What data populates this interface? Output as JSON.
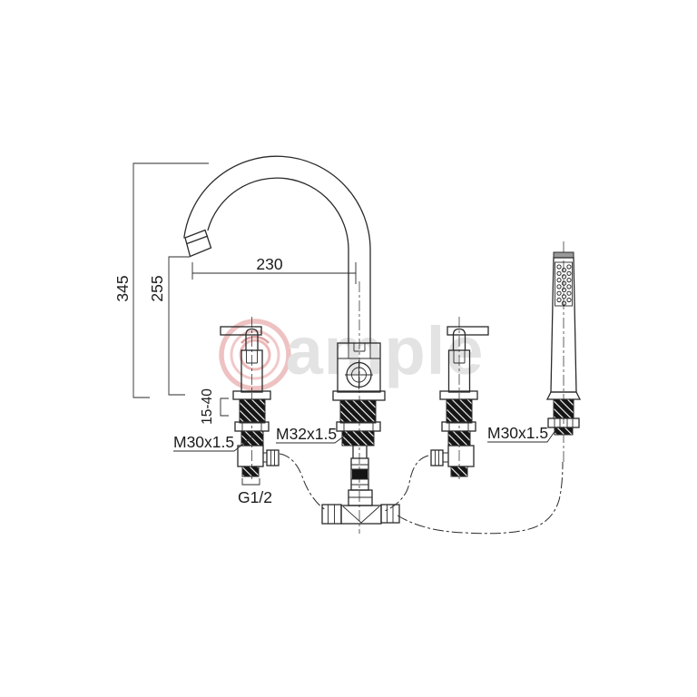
{
  "drawing": {
    "watermark": {
      "text": "ample"
    },
    "dims": {
      "overall_height": "345",
      "spout_height": "255",
      "spout_reach": "230",
      "deck_range": "15-40"
    },
    "labels": {
      "left_valve_thread": "M30x1.5",
      "spout_body_thread": "M32x1.5",
      "shower_holder_thread": "M30x1.5",
      "inlet_connection": "G1/2"
    },
    "colors": {
      "line": "#2a2a2a",
      "watermark_text": "#e3e3e3",
      "watermark_logo": "#eab4b4"
    }
  }
}
